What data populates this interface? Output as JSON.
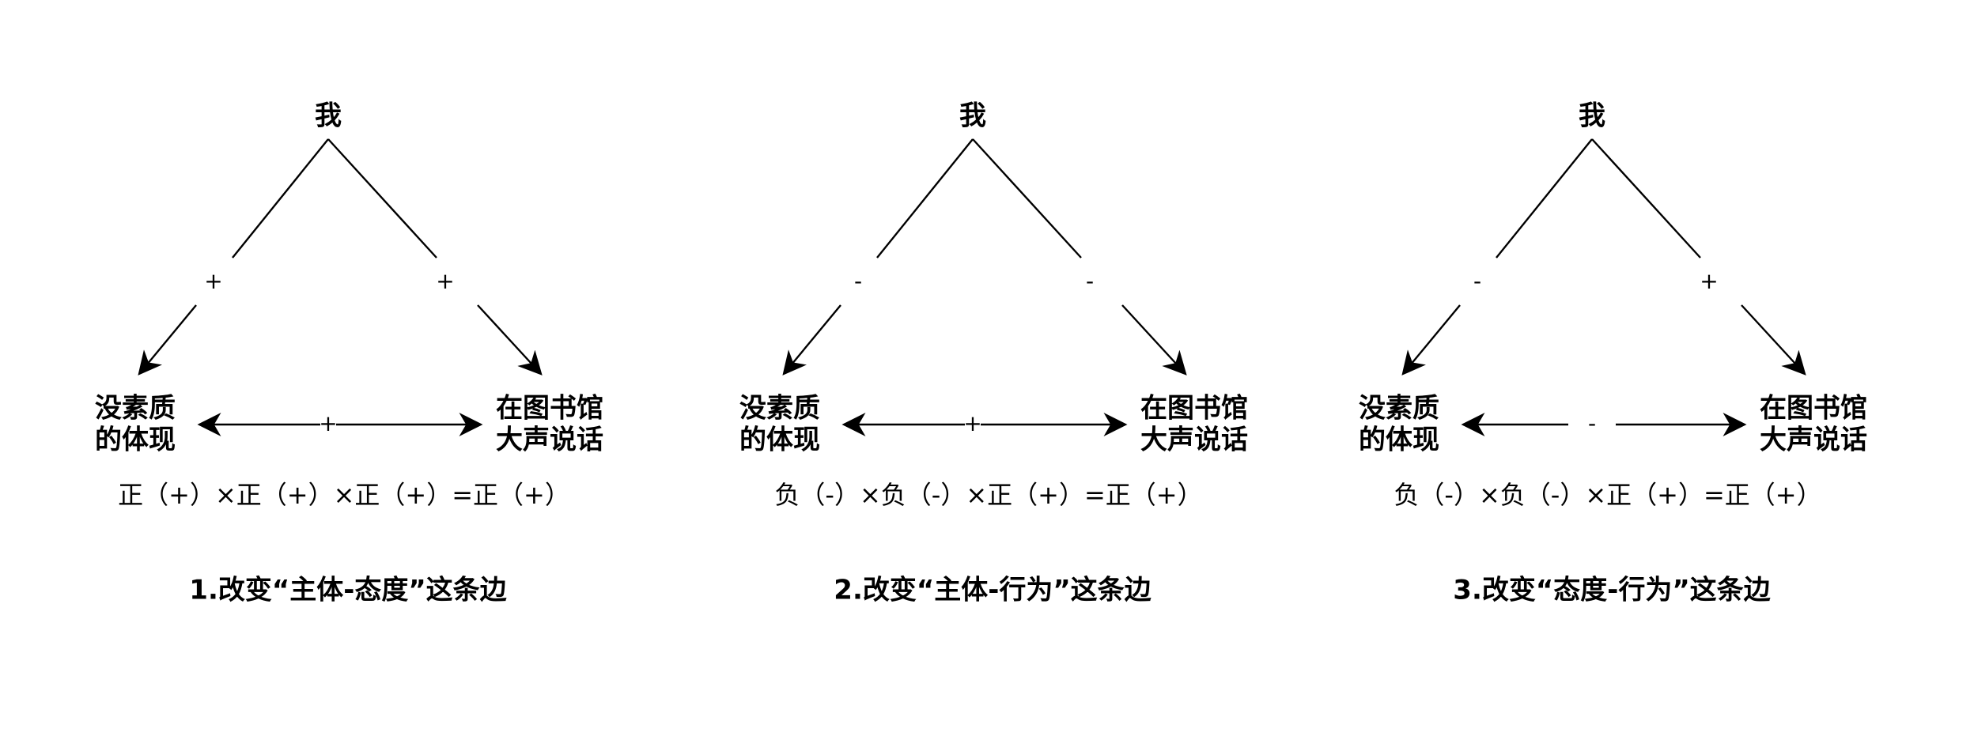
{
  "diagrams": [
    {
      "apex": "我",
      "left_node": [
        "没素质",
        "的体现"
      ],
      "right_node": [
        "在图书馆",
        "大声说话"
      ],
      "sign_left": "+",
      "sign_right": "+",
      "sign_bottom": "+",
      "formula": "正（+）×正（+）×正（+）=正（+）",
      "caption": "1.改变“主体-态度”这条边"
    },
    {
      "apex": "我",
      "left_node": [
        "没素质",
        "的体现"
      ],
      "right_node": [
        "在图书馆",
        "大声说话"
      ],
      "sign_left": "-",
      "sign_right": "-",
      "sign_bottom": "+",
      "formula": "负（-）×负（-）×正（+）=正（+）",
      "caption": "2.改变“主体-行为”这条边"
    },
    {
      "apex": "我",
      "left_node": [
        "没素质",
        "的体现"
      ],
      "right_node": [
        "在图书馆",
        "大声说话"
      ],
      "sign_left": "-",
      "sign_right": "+",
      "sign_bottom": "-",
      "formula": "负（-）×负（-）×正（+）=正（+）",
      "caption": "3.改变“态度-行为”这条边"
    }
  ],
  "colors": {
    "stroke": "#000000",
    "text": "#000000",
    "background": "#ffffff"
  }
}
